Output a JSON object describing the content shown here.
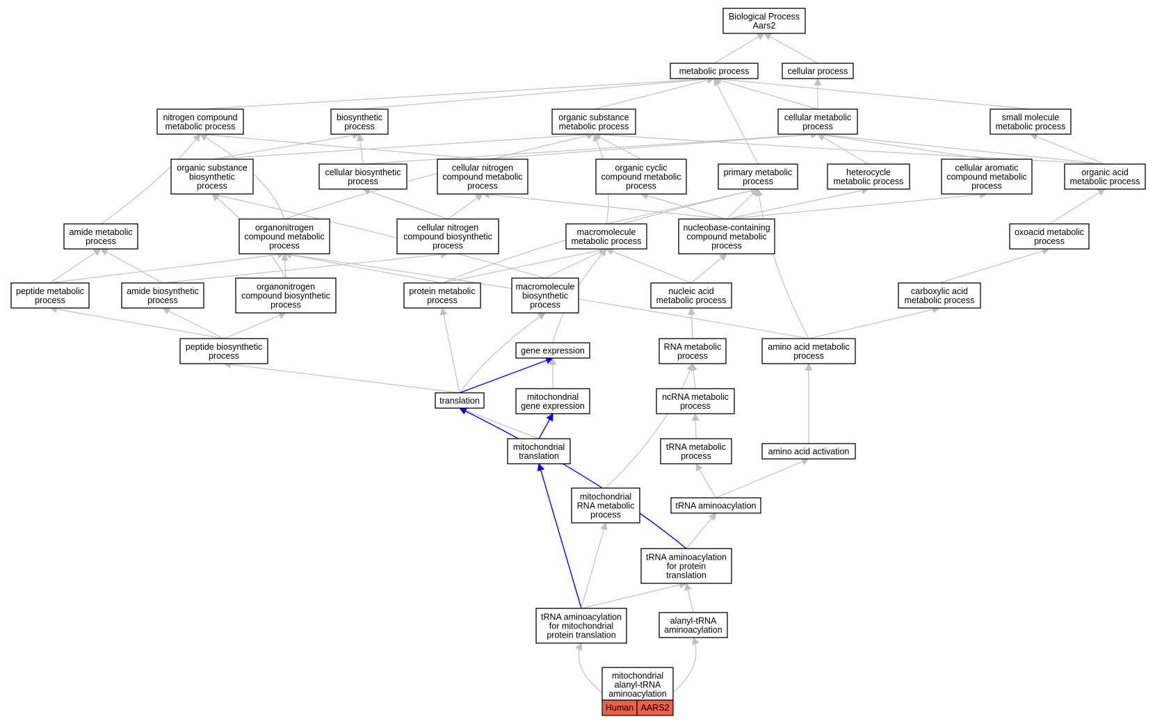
{
  "colors": {
    "node_border": "#000000",
    "node_fill": "#ffffff",
    "edge_gray": "#c0c0c0",
    "edge_blue": "#0000ff",
    "annotation_fill": "#f15f46"
  },
  "nodes": {
    "root": [
      "Biological Process",
      "Aars2"
    ],
    "metabolic": [
      "metabolic process"
    ],
    "cellular": [
      "cellular process"
    ],
    "nitrogen_compound": [
      "nitrogen compound",
      "metabolic process"
    ],
    "biosynthetic": [
      "biosynthetic",
      "process"
    ],
    "organic_substance": [
      "organic substance",
      "metabolic process"
    ],
    "cellular_metabolic": [
      "cellular metabolic",
      "process"
    ],
    "small_molecule": [
      "small molecule",
      "metabolic process"
    ],
    "organic_substance_bio": [
      "organic substance",
      "biosynthetic",
      "process"
    ],
    "cellular_bio": [
      "cellular biosynthetic",
      "process"
    ],
    "cellular_nitrogen": [
      "cellular nitrogen",
      "compound metabolic",
      "process"
    ],
    "organic_cyclic": [
      "organic cyclic",
      "compound metabolic",
      "process"
    ],
    "primary_metabolic": [
      "primary metabolic",
      "process"
    ],
    "heterocycle": [
      "heterocycle",
      "metabolic process"
    ],
    "cellular_aromatic": [
      "cellular aromatic",
      "compound metabolic",
      "process"
    ],
    "organic_acid": [
      "organic acid",
      "metabolic process"
    ],
    "amide_metabolic": [
      "amide metabolic",
      "process"
    ],
    "organonitrogen": [
      "organonitrogen",
      "compound metabolic",
      "process"
    ],
    "cellular_nitrogen_bio": [
      "cellular nitrogen",
      "compound biosynthetic",
      "process"
    ],
    "macromolecule_metabolic": [
      "macromolecule",
      "metabolic process"
    ],
    "nucleobase": [
      "nucleobase-containing",
      "compound metabolic",
      "process"
    ],
    "oxoacid": [
      "oxoacid metabolic",
      "process"
    ],
    "peptide_metabolic": [
      "peptide metabolic",
      "process"
    ],
    "amide_bio": [
      "amide biosynthetic",
      "process"
    ],
    "organonitrogen_bio": [
      "organonitrogen",
      "compound biosynthetic",
      "process"
    ],
    "protein_metabolic": [
      "protein metabolic",
      "process"
    ],
    "macromolecule_bio": [
      "macromolecule",
      "biosynthetic",
      "process"
    ],
    "nucleic_acid": [
      "nucleic acid",
      "metabolic process"
    ],
    "carboxylic_acid": [
      "carboxylic acid",
      "metabolic process"
    ],
    "peptide_bio": [
      "peptide biosynthetic",
      "process"
    ],
    "gene_expression": [
      "gene expression"
    ],
    "rna_metabolic": [
      "RNA metabolic",
      "process"
    ],
    "amino_acid_metabolic": [
      "amino acid metabolic",
      "process"
    ],
    "translation": [
      "translation"
    ],
    "mito_gene_expression": [
      "mitochondrial",
      "gene expression"
    ],
    "ncrna": [
      "ncRNA metabolic",
      "process"
    ],
    "mito_translation": [
      "mitochondrial",
      "translation"
    ],
    "trna_metabolic": [
      "tRNA metabolic",
      "process"
    ],
    "amino_acid_activation": [
      "amino acid activation"
    ],
    "mito_rna": [
      "mitochondrial",
      "RNA metabolic",
      "process"
    ],
    "trna_aminoacylation": [
      "tRNA aminoacylation"
    ],
    "trna_amino_protein": [
      "tRNA aminoacylation",
      "for protein",
      "translation"
    ],
    "trna_amino_mito": [
      "tRNA aminoacylation",
      "for mitochondrial",
      "protein translation"
    ],
    "alanyl": [
      "alanyl-tRNA",
      "aminoacylation"
    ],
    "mito_alanyl": [
      "mitochondrial",
      "alanyl-tRNA",
      "aminoacylation"
    ]
  },
  "annotation": {
    "species": "Human",
    "gene": "AARS2"
  }
}
